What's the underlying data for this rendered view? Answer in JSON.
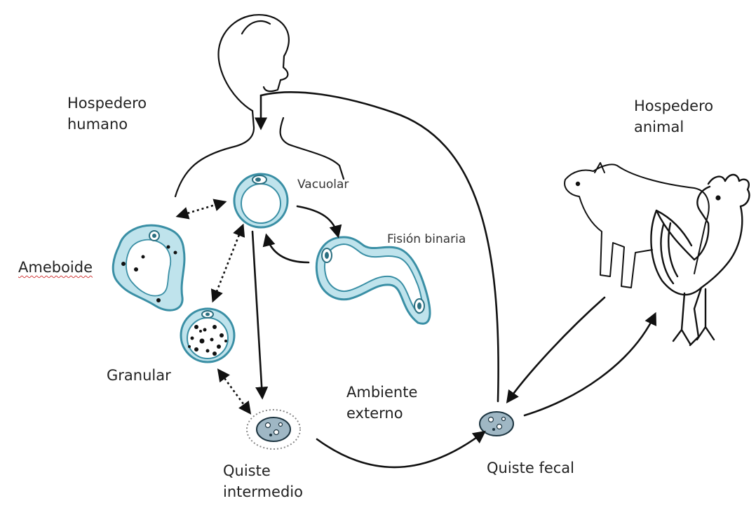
{
  "labels": {
    "human_host": "Hospedero\nhumano",
    "animal_host": "Hospedero\nanimal",
    "vacuolar": "Vacuolar",
    "binary_fission": "Fisión binaria",
    "ameboid": "Ameboide",
    "granular": "Granular",
    "external_env": "Ambiente\nexterno",
    "intermediate_cyst": "Quiste\nintermedio",
    "fecal_cyst": "Quiste fecal"
  },
  "colors": {
    "cell_fill": "#bfe3ec",
    "cell_stroke": "#3a8fa5",
    "cyst_fill": "#9fb7c4",
    "line": "#111111"
  }
}
